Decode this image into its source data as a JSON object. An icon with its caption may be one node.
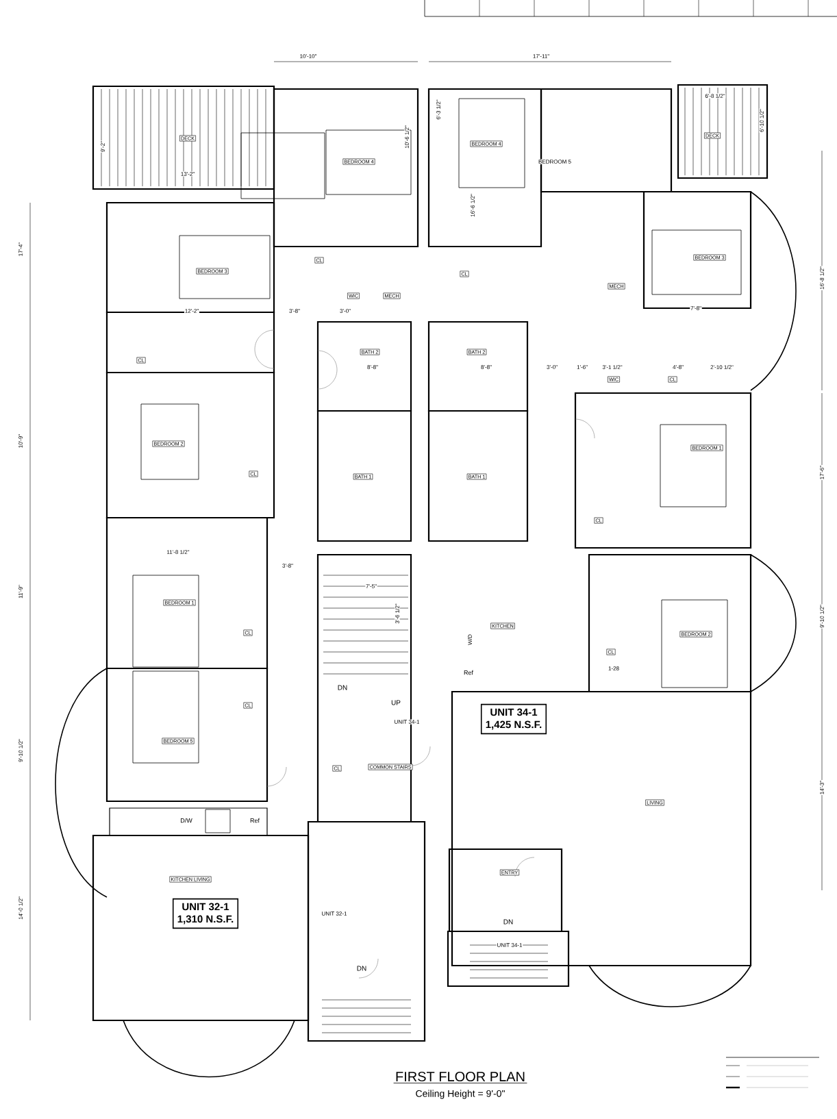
{
  "diagram": {
    "title": "FIRST FLOOR PLAN",
    "caption": "Ceiling Height = 9'-0\"",
    "nodes": [
      {
        "text": [
          "DECK"
        ]
      },
      {
        "text": [
          "BEDROOM 4"
        ]
      },
      {
        "text": [
          "BEDROOM 4"
        ]
      },
      {
        "text": [
          "DECK"
        ]
      },
      {
        "text": [
          "BEDROOM 3"
        ]
      },
      {
        "text": [
          "CL"
        ]
      },
      {
        "text": [
          "BEDROOM 3"
        ]
      },
      {
        "text": [
          "CL"
        ]
      },
      {
        "text": [
          "MECH"
        ]
      },
      {
        "text": [
          "WIC"
        ]
      },
      {
        "text": [
          "MECH"
        ]
      },
      {
        "text": [
          "BATH 2"
        ]
      },
      {
        "text": [
          "BATH 2"
        ]
      },
      {
        "text": [
          "CL"
        ]
      },
      {
        "text": [
          "WIC"
        ]
      },
      {
        "text": [
          "CL"
        ]
      },
      {
        "text": [
          "BEDROOM 2"
        ]
      },
      {
        "text": [
          "BEDROOM 1"
        ]
      },
      {
        "text": [
          "CL"
        ]
      },
      {
        "text": [
          "BATH 1"
        ]
      },
      {
        "text": [
          "BATH 1"
        ]
      },
      {
        "text": [
          "CL"
        ]
      },
      {
        "text": [
          "BEDROOM 1"
        ]
      },
      {
        "text": [
          "KITCHEN"
        ]
      },
      {
        "text": [
          "CL"
        ]
      },
      {
        "text": [
          "BEDROOM 2"
        ]
      },
      {
        "text": [
          "CL"
        ]
      },
      {
        "text": [
          "CL"
        ]
      },
      {
        "text": [
          "UNIT 34-1",
          "1,425 N.S.F."
        ]
      },
      {
        "text": [
          "BEDROOM 5"
        ]
      },
      {
        "text": [
          "CL"
        ]
      },
      {
        "text": [
          "COMMON STAIRS"
        ]
      },
      {
        "text": [
          "LIVING"
        ]
      },
      {
        "text": [
          "ENTRY"
        ]
      },
      {
        "text": [
          "KITCHEN LIVING"
        ]
      },
      {
        "text": [
          "UNIT 32-1",
          "1,310 N.S.F."
        ]
      }
    ],
    "labels": [
      "10'-10\"",
      "17'-11\"",
      "9'-2\"",
      "13'-2\"",
      "10'-6 1/2\"",
      "6'-3 1/2\"",
      "BEDROOM 5",
      "6'-8 1/2\"",
      "6'-10 1/2\"",
      "16'-6 1/2\"",
      "17'-4\"",
      "12'-2\"",
      "3'-8\"",
      "3'-0\"",
      "7'-8\"",
      "16'-8 1/2\"",
      "8'-8\"",
      "8'-8\"",
      "3'-0\"",
      "1'-6\"",
      "3'-1 1/2\"",
      "4'-8\"",
      "2'-10 1/2\"",
      "10'-9\"",
      "17'-6\"",
      "11'-8 1/2\"",
      "3'-8\"",
      "7'-5\"",
      "3'-6 1/2\"",
      "11'-9\"",
      "9'-10 1/2\"",
      "W/D",
      "Ref",
      "1-28",
      "DN",
      "UP",
      "UNIT 34-1",
      "9'-10 1/2\"",
      "14'-3\"",
      "D/W",
      "Ref",
      "14'-0 1/2\"",
      "UNIT 32-1",
      "DN",
      "UNIT 34-1",
      "DN"
    ]
  }
}
